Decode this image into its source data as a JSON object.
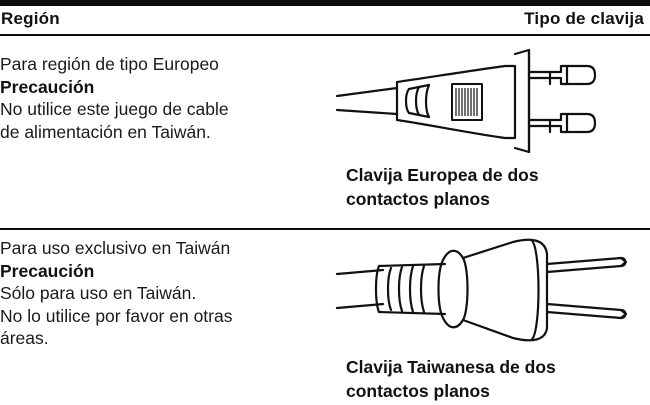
{
  "header": {
    "region_label": "Región",
    "plug_type_label": "Tipo de clavija"
  },
  "rows": [
    {
      "region_text": "Para región de tipo Europeo",
      "caution_label": "Precaución",
      "caution_lines": [
        "No utilice este juego de cable",
        "de alimentación en Taiwán."
      ],
      "plug_caption_lines": [
        "Clavija Europea de dos",
        "contactos planos"
      ],
      "plug_icon": "european-two-pin-plug-icon"
    },
    {
      "region_text": "Para uso exclusivo en Taiwán",
      "caution_label": "Precaución",
      "caution_lines": [
        "Sólo para uso en Taiwán.",
        "No lo utilice por favor en otras",
        "áreas."
      ],
      "plug_caption_lines": [
        "Clavija Taiwanesa de dos",
        "contactos planos"
      ],
      "plug_icon": "taiwanese-two-flat-pin-plug-icon"
    }
  ],
  "colors": {
    "rule": "#0d0d0d",
    "text": "#1a1a1a",
    "background": "#ffffff"
  }
}
